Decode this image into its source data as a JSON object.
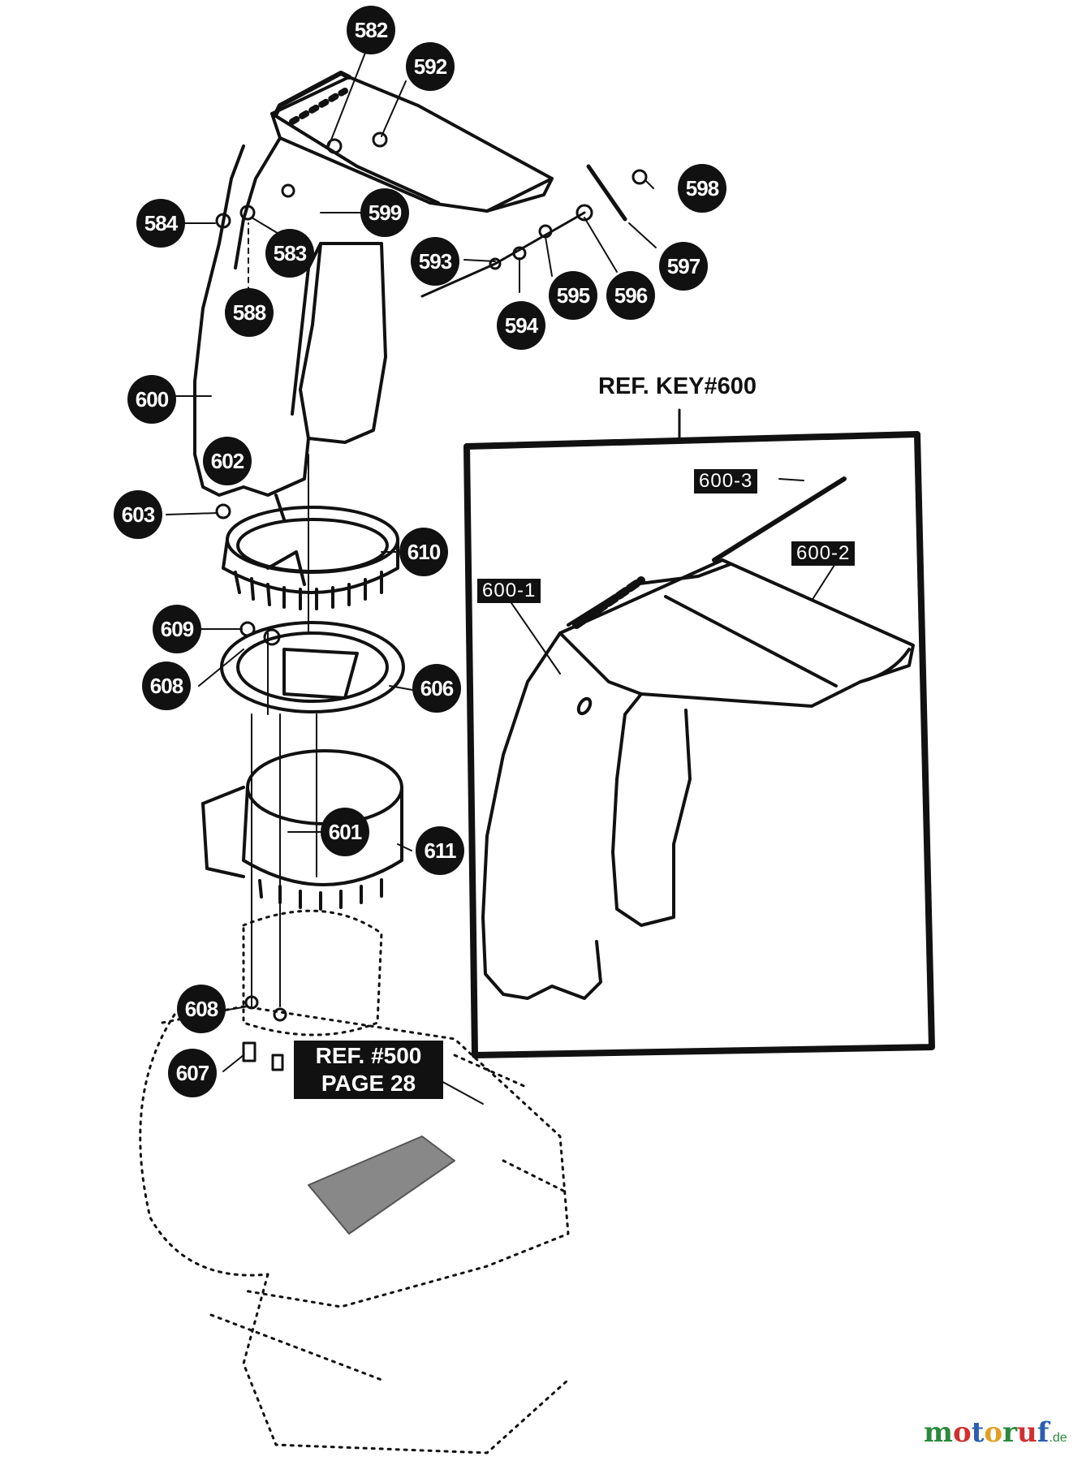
{
  "diagram": {
    "part_numbers": [
      "582",
      "592",
      "598",
      "584",
      "583",
      "599",
      "593",
      "597",
      "595",
      "596",
      "594",
      "588",
      "600",
      "602",
      "603",
      "610",
      "609",
      "608",
      "606",
      "601",
      "611",
      "608",
      "607"
    ],
    "ref_key_title": "REF. KEY#600",
    "inset_labels": [
      "600-3",
      "600-2",
      "600-1"
    ],
    "ref_note": {
      "line1": "REF. #500",
      "line2": "PAGE 28"
    }
  },
  "watermark": {
    "text": "motoruf",
    "suffix": ".de",
    "colors": [
      "#2a8a3a",
      "#d03030",
      "#2a5fb0",
      "#e0a020",
      "#2a8a3a",
      "#d03030",
      "#2a5fb0"
    ]
  }
}
